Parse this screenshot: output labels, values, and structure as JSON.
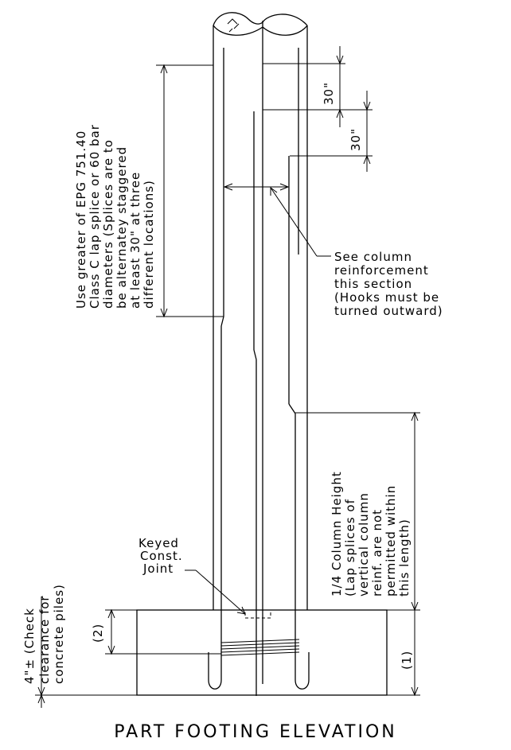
{
  "title": "PART FOOTING ELEVATION",
  "notes": {
    "splice": [
      "Use greater of EPG 751.40",
      "Class C lap splice or 60 bar",
      "diameters (Splices are to",
      "be alternatey staggered",
      "at least 30\" at three",
      "different locations)"
    ],
    "column_reinf": [
      "See column",
      "reinforcement",
      "this section",
      "(Hooks must be",
      "turned outward)"
    ],
    "quarter_height": [
      "1/4 Column Height",
      "(Lap splices of",
      "vertical column",
      "reinf. are not",
      "permitted within",
      "this length)"
    ],
    "keyed_joint": [
      "Keyed",
      "Const.",
      "Joint"
    ],
    "clearance": [
      "4\"± (Check",
      "clearance for",
      "concrete piles)"
    ]
  },
  "dimensions": {
    "stagger_1": "30\"",
    "stagger_2": "30\"",
    "footing_depth": "(1)",
    "spiral_depth": "(2)"
  }
}
